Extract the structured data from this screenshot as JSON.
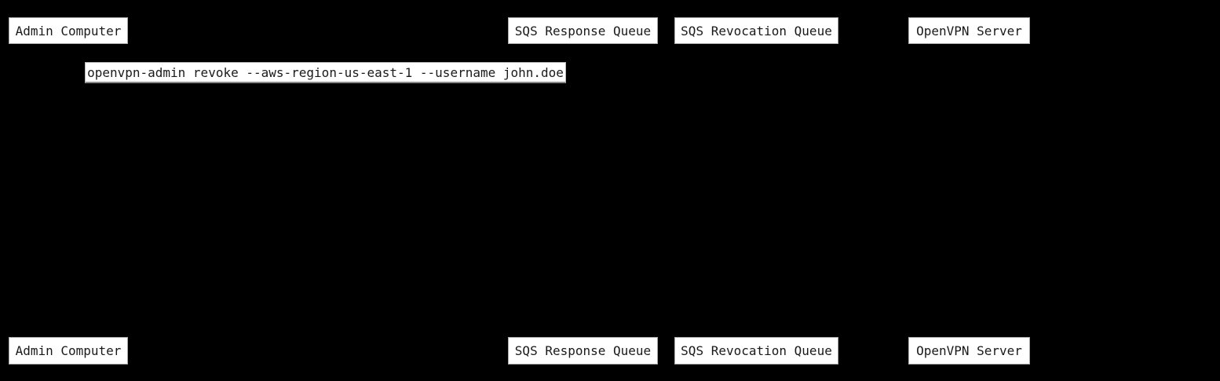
{
  "diagram": {
    "type": "sequence-diagram",
    "colors": {
      "background": "#000000",
      "box_fill": "#ffffff",
      "box_border": "#aaaaaa",
      "message_underline": "#8a8a8a",
      "text": "#1a1a1a"
    },
    "actors": [
      {
        "label": "Admin Computer"
      },
      {
        "label": "SQS Response Queue"
      },
      {
        "label": "SQS Revocation Queue"
      },
      {
        "label": "OpenVPN Server"
      }
    ],
    "message": {
      "label": "openvpn-admin revoke --aws-region-us-east-1 --username john.doe"
    }
  }
}
